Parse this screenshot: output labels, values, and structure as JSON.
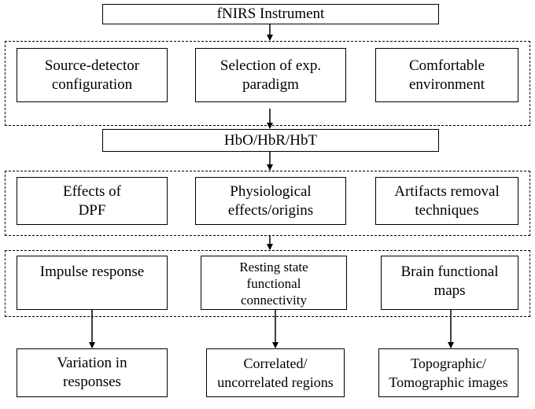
{
  "instrument": "fNIRS Instrument",
  "group1": [
    "Source-detector\nconfiguration",
    "Selection of exp.\nparadigm",
    "Comfortable\nenvironment"
  ],
  "signals": "HbO/HbR/HbT",
  "group2": [
    "Effects of\nDPF",
    "Physiological\neffects/origins",
    "Artifacts removal\ntechniques"
  ],
  "group3": [
    "Impulse response",
    "Resting state\nfunctional\nconnectivity",
    "Brain functional\nmaps"
  ],
  "outputs": [
    "Variation in\nresponses",
    "Correlated/\nuncorrelated regions",
    "Topographic/\nTomographic images"
  ]
}
